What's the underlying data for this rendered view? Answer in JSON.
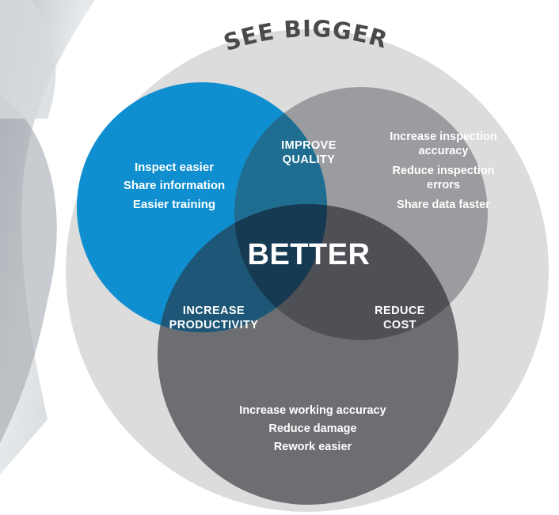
{
  "title": "SEE BIGGER",
  "center_label": "BETTER",
  "circles": {
    "top_left": {
      "color": "#0f8fd0",
      "items": [
        "Inspect easier",
        "Share information",
        "Easier training"
      ]
    },
    "top_right": {
      "color": "#9b9c9f",
      "items": [
        "Increase inspection",
        "accuracy",
        "Reduce inspection",
        "errors",
        "Share data faster"
      ]
    },
    "bottom": {
      "color": "#6c6e72",
      "items": [
        "Increase working accuracy",
        "Reduce damage",
        "Rework easier"
      ]
    }
  },
  "overlaps": {
    "quality": [
      "IMPROVE",
      "QUALITY"
    ],
    "productivity": [
      "INCREASE",
      "PRODUCTIVITY"
    ],
    "cost": [
      "REDUCE",
      "COST"
    ]
  },
  "colors": {
    "outer_ring": "#dcdcdc",
    "blue_gray_overlap": "#1f6d90",
    "blue_bottom_overlap": "#1d5677",
    "gray_bottom_overlap": "#4e5056",
    "center_overlap": "#163a52",
    "text": "#ffffff",
    "title": "#4a4a4a"
  }
}
